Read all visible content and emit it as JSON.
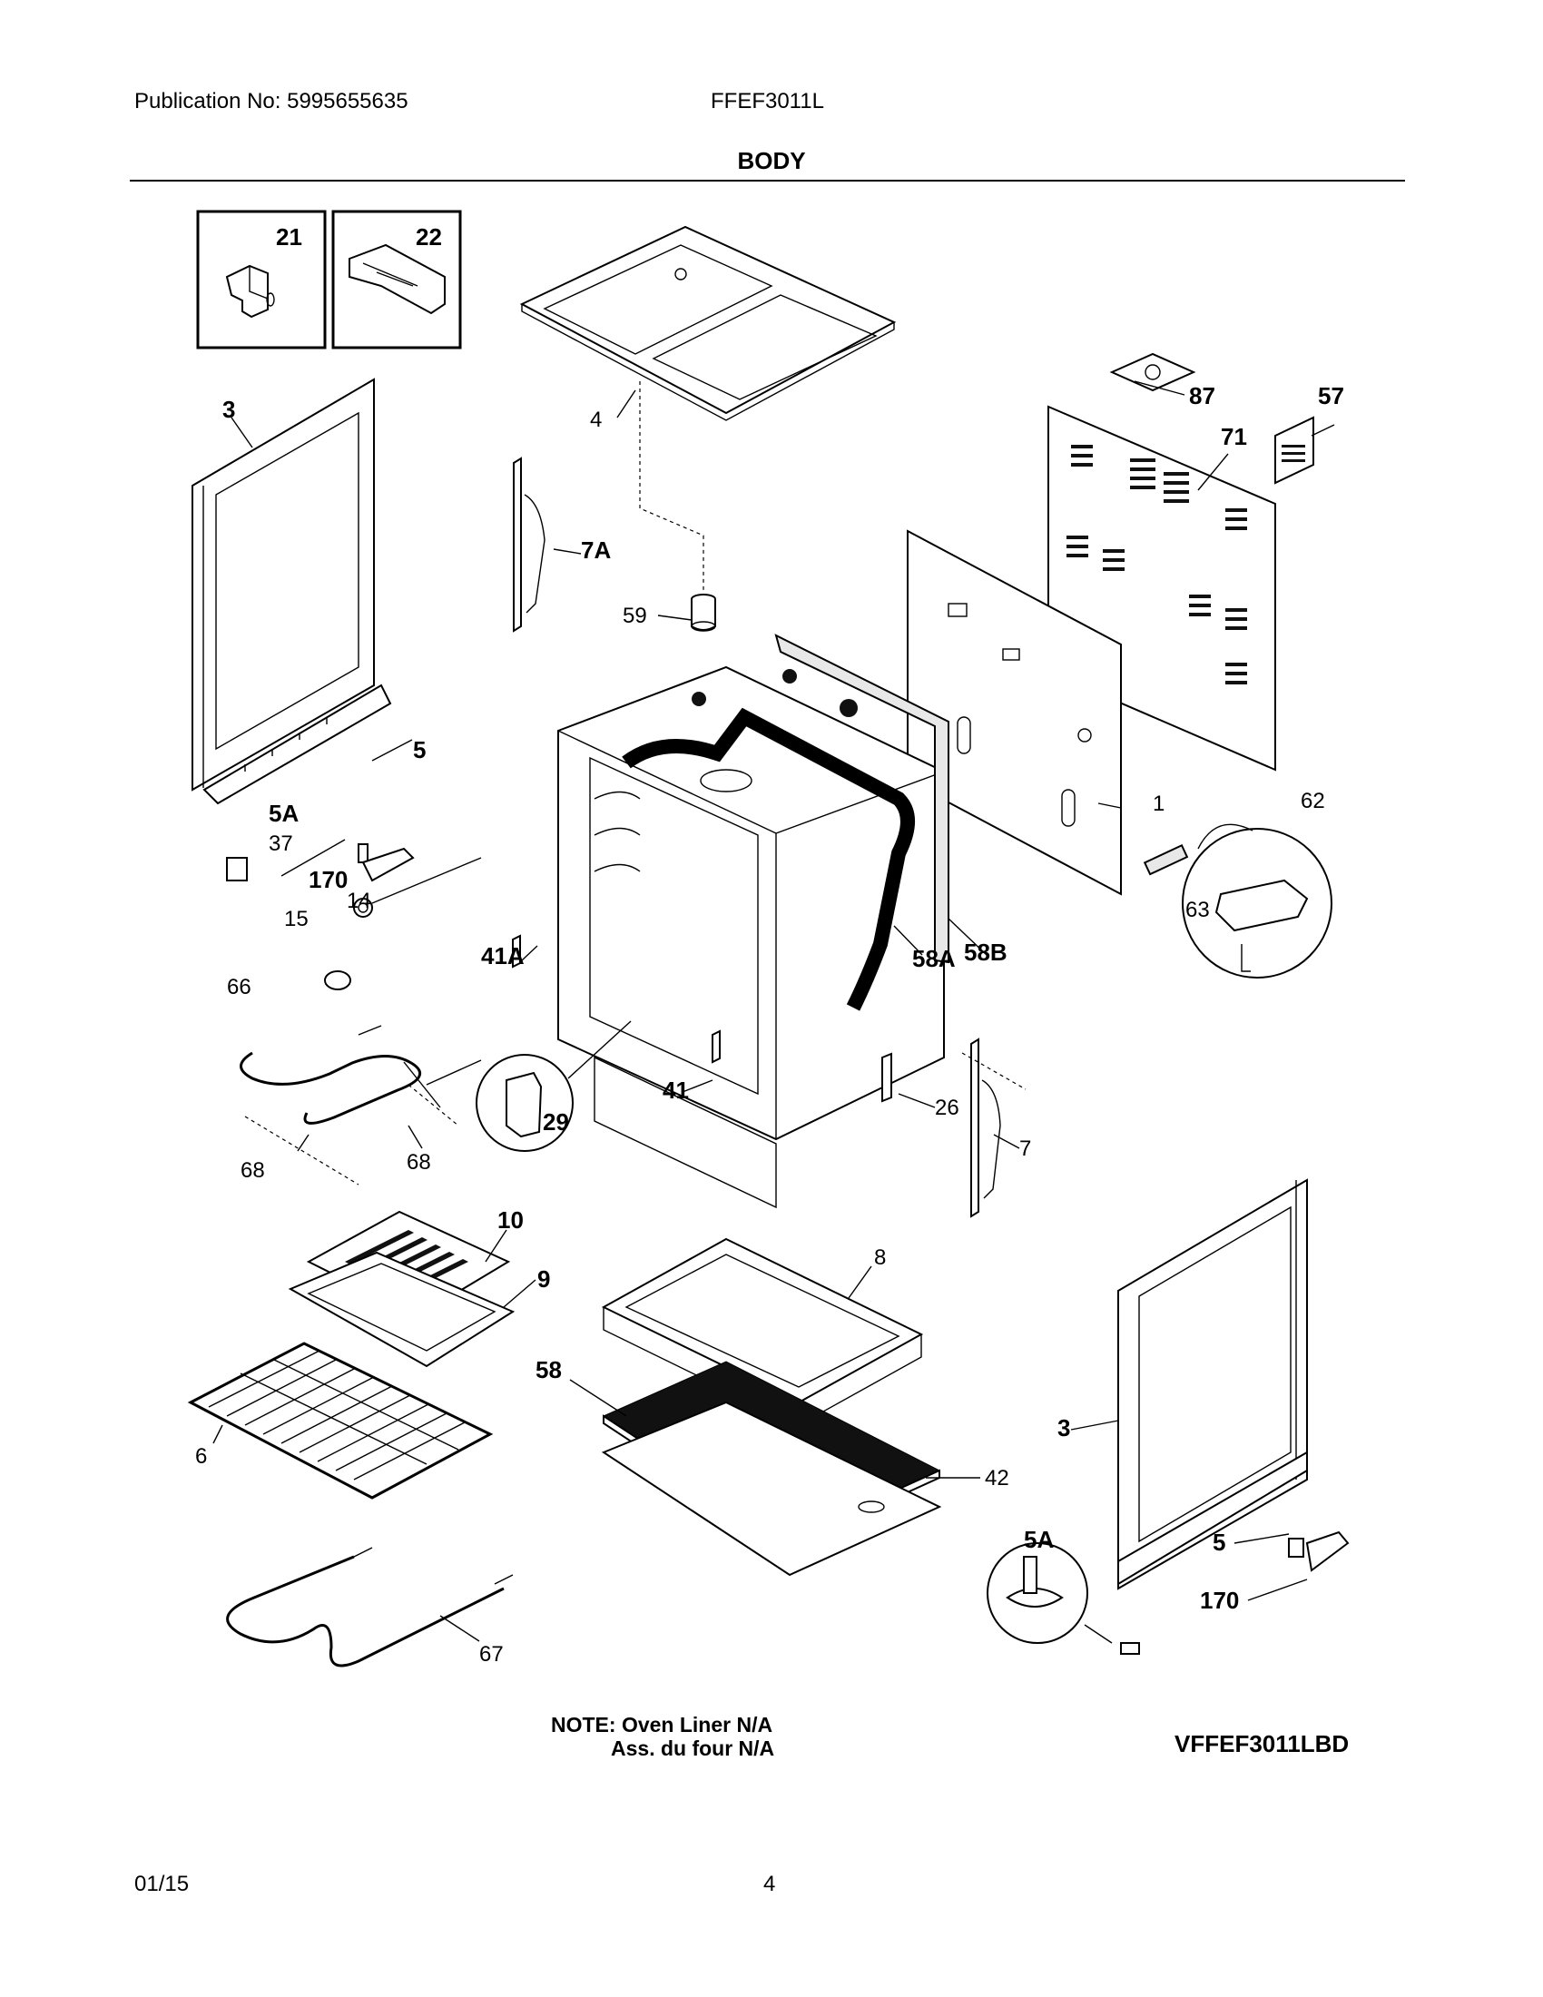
{
  "header": {
    "publication": "Publication No: 5995655635",
    "model": "FFEF3011L",
    "section_title": "BODY"
  },
  "callouts": {
    "c21": "21",
    "c22": "22",
    "c3": "3",
    "c4": "4",
    "c7a": "7A",
    "c59": "59",
    "c87": "87",
    "c57": "57",
    "c71": "71",
    "c5": "5",
    "c5a": "5A",
    "c37": "37",
    "c170": "170",
    "c15": "15",
    "c14": "14",
    "c1": "1",
    "c62": "62",
    "c63": "63",
    "c41a": "41A",
    "c58a": "58A",
    "c58b": "58B",
    "c66": "66",
    "c68a": "68",
    "c68b": "68",
    "c29": "29",
    "c41": "41",
    "c26": "26",
    "c7": "7",
    "c10": "10",
    "c9": "9",
    "c8": "8",
    "c58": "58",
    "c6": "6",
    "c42": "42",
    "c3b": "3",
    "c5b": "5",
    "c5ab": "5A",
    "c170b": "170",
    "c67": "67"
  },
  "notes": {
    "line1": "NOTE: Oven Liner N/A",
    "line2": "Ass. du four N/A"
  },
  "diagram_code": "VFFEF3011LBD",
  "footer": {
    "date": "01/15",
    "page": "4"
  }
}
